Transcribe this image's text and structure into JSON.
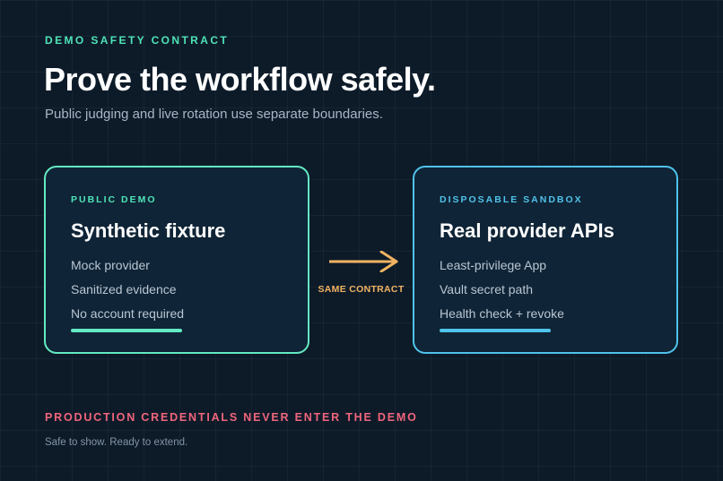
{
  "header": {
    "eyebrow": "DEMO SAFETY CONTRACT",
    "title": "Prove the workflow safely.",
    "subtitle": "Public judging and live rotation use separate boundaries."
  },
  "cards": [
    {
      "tag": "PUBLIC DEMO",
      "title": "Synthetic fixture",
      "items": [
        "Mock provider",
        "Sanitized evidence",
        "No account required"
      ],
      "accent": "#64e9c3"
    },
    {
      "tag": "DISPOSABLE SANDBOX",
      "title": "Real provider APIs",
      "items": [
        "Least-privilege App",
        "Vault secret path",
        "Health check + revoke"
      ],
      "accent": "#4fc3ea"
    }
  ],
  "connector": {
    "label": "SAME CONTRACT",
    "icon": "arrow-right-icon",
    "color": "#f2b362"
  },
  "warning": "PRODUCTION CREDENTIALS NEVER ENTER THE DEMO",
  "footer": "Safe to show. Ready to extend."
}
